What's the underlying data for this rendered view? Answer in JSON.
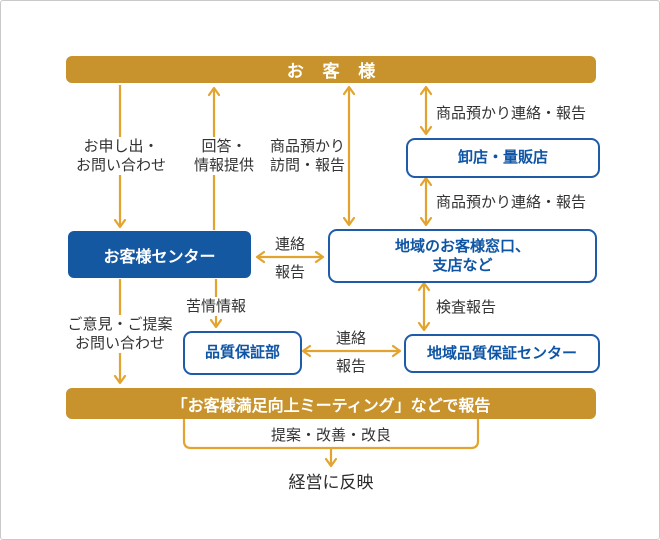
{
  "diagram": {
    "title_note": "customer service communication flow diagram",
    "colors": {
      "bar_gold": "#C8932C",
      "arrow_gold": "#E3A42F",
      "solid_blue": "#1558A2",
      "box_border_blue": "#1E5BA9",
      "box_text_blue": "#0F55A5",
      "label_text": "#333333"
    },
    "nodes": {
      "customer_bar": "お 客 様",
      "customer_center": "お客様センター",
      "wholesale_store": "卸店・量販店",
      "regional_window": "地域のお客様窓口、\n支店など",
      "qa_department": "品質保証部",
      "regional_qa_center": "地域品質保証センター",
      "meeting_bar": "「お客様満足向上ミーティング」などで報告",
      "management_result": "経営に反映"
    },
    "labels": {
      "request_inquiry": "お申し出・\nお問い合わせ",
      "answer_info": "回答・\n情報提供",
      "product_custody_visit": "商品預かり\n訪問・報告",
      "product_custody_contact_top": "商品預かり連絡・報告",
      "product_custody_contact_mid": "商品預かり連絡・報告",
      "contact1_line1": "連絡",
      "contact1_line2": "報告",
      "inspection_report": "検査報告",
      "complaint_info": "苦情情報",
      "opinion_proposal": "ご意見・ご提案\nお問い合わせ",
      "contact2_line1": "連絡",
      "contact2_line2": "報告",
      "proposal_improvement": "提案・改善・改良"
    }
  }
}
